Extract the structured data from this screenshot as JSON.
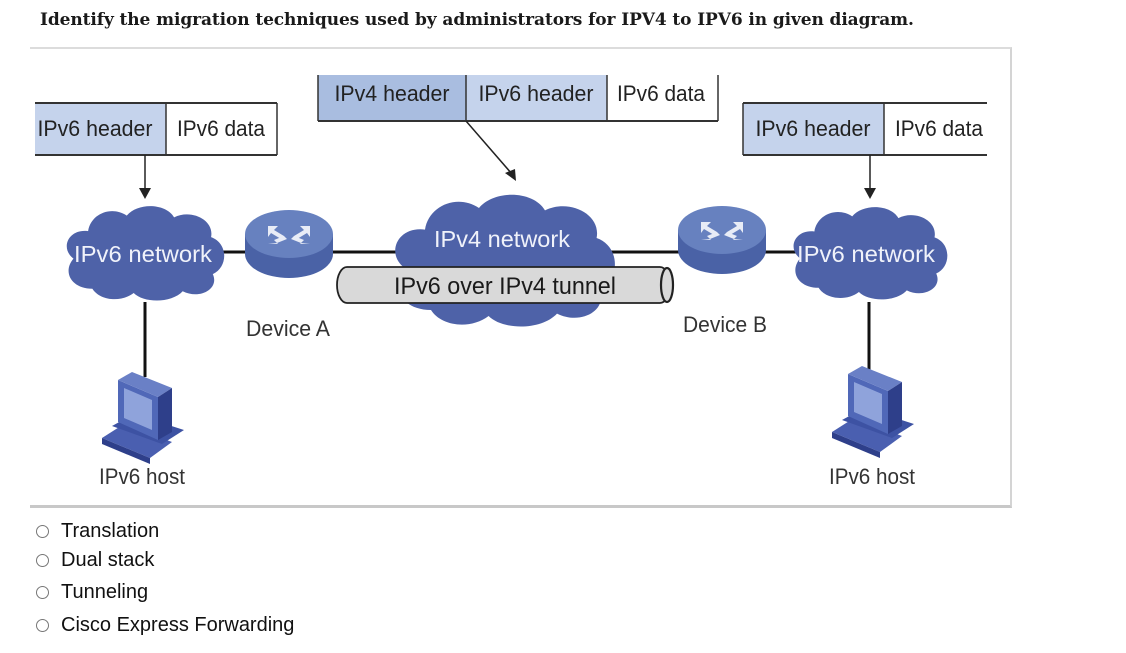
{
  "question": {
    "text": "Identify the migration techniques used by administrators for IPV4 to IPV6 in given diagram."
  },
  "diagram": {
    "left_packet": {
      "header": "IPv6 header",
      "data": "IPv6 data"
    },
    "center_packet": {
      "outer_header": "IPv4 header",
      "header": "IPv6 header",
      "data": "IPv6 data"
    },
    "right_packet": {
      "header": "IPv6 header",
      "data": "IPv6 data"
    },
    "left_cloud_label": "IPv6 network",
    "center_cloud_label": "IPv4 network",
    "right_cloud_label": "IPv6 network",
    "tunnel_label": "IPv6 over IPv4 tunnel",
    "device_a_label": "Device A",
    "device_b_label": "Device B",
    "left_host_label": "IPv6 host",
    "right_host_label": "IPv6 host",
    "colors": {
      "cloud": "#4e62a8",
      "router": "#6781bf",
      "ipv6_header_fill": "#c5d3ec",
      "ipv4_header_fill": "#a9bde0",
      "tunnel_fill": "#d9d9d9"
    }
  },
  "options": [
    {
      "label": "Translation",
      "selected": false
    },
    {
      "label": "Dual stack",
      "selected": false
    },
    {
      "label": "Tunneling",
      "selected": false
    },
    {
      "label": "Cisco Express Forwarding",
      "selected": false
    }
  ]
}
